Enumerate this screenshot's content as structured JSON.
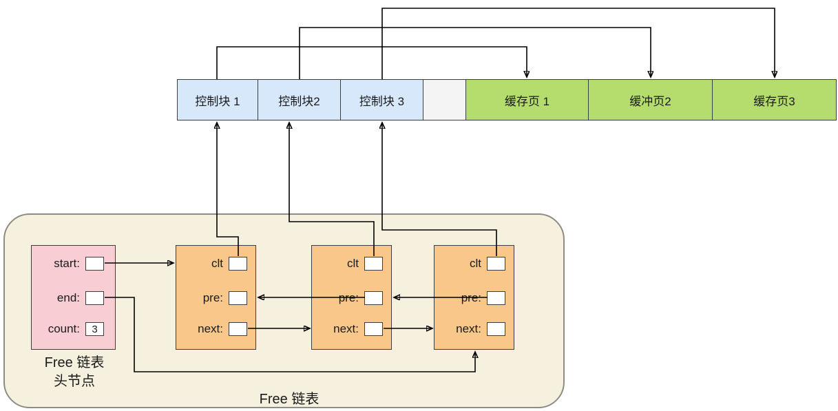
{
  "top_bar": {
    "segments": [
      {
        "id": "control-block-1",
        "label": "控制块 1",
        "type": "control"
      },
      {
        "id": "control-block-2",
        "label": "控制块2",
        "type": "control"
      },
      {
        "id": "control-block-3",
        "label": "控制块 3",
        "type": "control"
      },
      {
        "id": "gap",
        "label": "",
        "type": "empty"
      },
      {
        "id": "cache-page-1",
        "label": "缓存页 1",
        "type": "page"
      },
      {
        "id": "buffer-page-2",
        "label": "缓冲页2",
        "type": "page"
      },
      {
        "id": "cache-page-3",
        "label": "缓存页3",
        "type": "page"
      }
    ]
  },
  "free_list": {
    "container_label": "Free 链表",
    "head": {
      "caption_line1": "Free 链表",
      "caption_line2": "头节点",
      "fields": [
        {
          "label": "start:",
          "value": ""
        },
        {
          "label": "end:",
          "value": ""
        },
        {
          "label": "count:",
          "value": "3"
        }
      ]
    },
    "nodes": [
      {
        "fields": [
          {
            "label": "clt",
            "value": ""
          },
          {
            "label": "pre:",
            "value": ""
          },
          {
            "label": "next:",
            "value": ""
          }
        ]
      },
      {
        "fields": [
          {
            "label": "clt",
            "value": ""
          },
          {
            "label": "pre:",
            "value": ""
          },
          {
            "label": "next:",
            "value": ""
          }
        ]
      },
      {
        "fields": [
          {
            "label": "clt",
            "value": ""
          },
          {
            "label": "pre:",
            "value": ""
          },
          {
            "label": "next:",
            "value": ""
          }
        ]
      }
    ]
  },
  "colors": {
    "line": "#3c3c3c",
    "text": "#1a1a1a",
    "control-fill": "#d7e8fb",
    "page-fill": "#b4dd6e",
    "empty-fill": "#f4f4f4",
    "container-fill": "#f6f1df",
    "container-border": "#8c8c85",
    "head-fill": "#f8cdd3",
    "node-fill": "#f8c789",
    "slot-fill": "#ffffff"
  }
}
